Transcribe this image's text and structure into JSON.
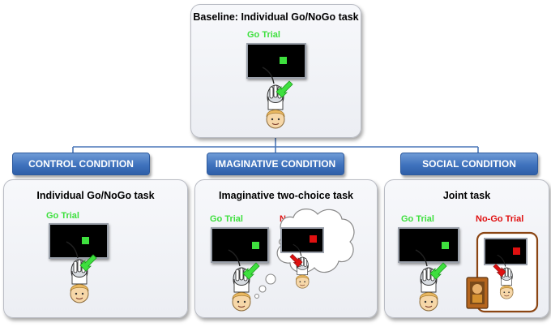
{
  "baseline": {
    "title": "Baseline: Individual Go/NoGo task",
    "go_label": "Go Trial"
  },
  "conditions": {
    "control": {
      "header": "CONTROL CONDITION",
      "title": "Individual Go/NoGo task",
      "go_label": "Go Trial"
    },
    "imaginative": {
      "header": "IMAGINATIVE CONDITION",
      "title": "Imaginative two-choice task",
      "go_label": "Go Trial",
      "nogo_label": "No-Go Trial"
    },
    "social": {
      "header": "SOCIAL  CONDITION",
      "title": "Joint task",
      "go_label": "Go Trial",
      "nogo_label": "No-Go Trial"
    }
  },
  "colors": {
    "go": "#3ee03e",
    "nogo": "#e01010",
    "header_blue": "#3f72bd",
    "connector": "#4a76b8",
    "partner_frame": "#8b4513"
  },
  "icons": [
    "computer-mouse-icon",
    "hand-on-mouse-icon",
    "child-face-icon",
    "thought-cloud-icon",
    "go-arrow-icon",
    "nogo-arrow-icon",
    "partner-photo-icon"
  ]
}
